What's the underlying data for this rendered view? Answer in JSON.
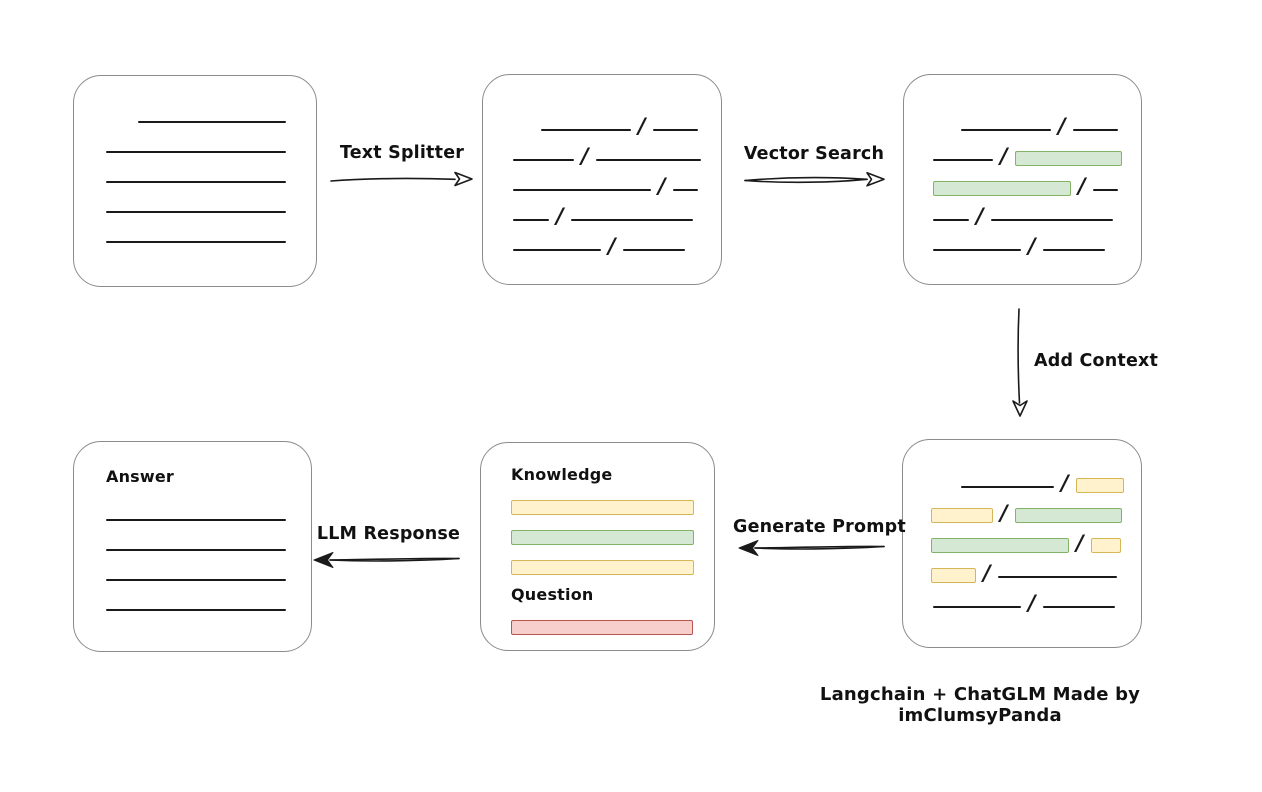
{
  "diagram": {
    "caption": "Langchain + ChatGLM Made by imClumsyPanda",
    "arrows": {
      "text_splitter": {
        "label": "Text Splitter",
        "direction": "right"
      },
      "vector_search": {
        "label": "Vector Search",
        "direction": "right"
      },
      "add_context": {
        "label": "Add Context",
        "direction": "down"
      },
      "generate_prompt": {
        "label": "Generate Prompt",
        "direction": "left"
      },
      "llm_response": {
        "label": "LLM Response",
        "direction": "left"
      }
    },
    "colors": {
      "background": "#ffffff",
      "stroke": "#1a1a1a",
      "box_border": "#8c8c8c",
      "highlight_green_fill": "#d5e8d4",
      "highlight_green_border": "#82b366",
      "highlight_yellow_fill": "#fff2cc",
      "highlight_yellow_border": "#d6b656",
      "highlight_red_fill": "#f8cecc",
      "highlight_red_border": "#b85450"
    },
    "boxes": {
      "document": {
        "meaning": "source document with plain text lines",
        "rows": [
          [
            {
              "t": "line",
              "w": 148,
              "ind": 32
            }
          ],
          [
            {
              "t": "line",
              "w": 180
            }
          ],
          [
            {
              "t": "line",
              "w": 180
            }
          ],
          [
            {
              "t": "line",
              "w": 180
            }
          ],
          [
            {
              "t": "line",
              "w": 180
            }
          ]
        ]
      },
      "chunks": {
        "meaning": "text split into chunks separated by slashes",
        "rows": [
          [
            {
              "t": "line",
              "w": 90,
              "ind": 28
            },
            {
              "t": "slash"
            },
            {
              "t": "line",
              "w": 45
            }
          ],
          [
            {
              "t": "line",
              "w": 61
            },
            {
              "t": "slash"
            },
            {
              "t": "line",
              "w": 105
            }
          ],
          [
            {
              "t": "line",
              "w": 138
            },
            {
              "t": "slash"
            },
            {
              "t": "line",
              "w": 25
            }
          ],
          [
            {
              "t": "line",
              "w": 36
            },
            {
              "t": "slash"
            },
            {
              "t": "line",
              "w": 122
            }
          ],
          [
            {
              "t": "line",
              "w": 88
            },
            {
              "t": "slash"
            },
            {
              "t": "line",
              "w": 62
            }
          ]
        ]
      },
      "vector_result": {
        "meaning": "chunks after vector search, matched chunks highlighted green",
        "rows": [
          [
            {
              "t": "line",
              "w": 90,
              "ind": 28
            },
            {
              "t": "slash"
            },
            {
              "t": "line",
              "w": 45
            }
          ],
          [
            {
              "t": "line",
              "w": 60
            },
            {
              "t": "slash"
            },
            {
              "t": "bar",
              "c": "green",
              "w": 107
            }
          ],
          [
            {
              "t": "bar",
              "c": "green",
              "w": 138
            },
            {
              "t": "slash"
            },
            {
              "t": "line",
              "w": 25
            }
          ],
          [
            {
              "t": "line",
              "w": 36
            },
            {
              "t": "slash"
            },
            {
              "t": "line",
              "w": 122
            }
          ],
          [
            {
              "t": "line",
              "w": 88
            },
            {
              "t": "slash"
            },
            {
              "t": "line",
              "w": 62
            }
          ]
        ]
      },
      "context": {
        "meaning": "chunks with added context, green matches plus yellow context chunks",
        "rows": [
          [
            {
              "t": "line",
              "w": 93,
              "ind": 30
            },
            {
              "t": "slash"
            },
            {
              "t": "bar",
              "c": "yellow",
              "w": 48
            }
          ],
          [
            {
              "t": "bar",
              "c": "yellow",
              "w": 62
            },
            {
              "t": "slash"
            },
            {
              "t": "bar",
              "c": "green",
              "w": 107
            }
          ],
          [
            {
              "t": "bar",
              "c": "green",
              "w": 138
            },
            {
              "t": "slash"
            },
            {
              "t": "bar",
              "c": "yellow",
              "w": 30
            }
          ],
          [
            {
              "t": "bar",
              "c": "yellow",
              "w": 45
            },
            {
              "t": "slash"
            },
            {
              "t": "line",
              "w": 119
            }
          ],
          [
            {
              "t": "line",
              "w": 88,
              "ind": 2
            },
            {
              "t": "slash"
            },
            {
              "t": "line",
              "w": 72
            }
          ]
        ]
      },
      "prompt": {
        "meaning": "generated prompt: knowledge bars plus question bar",
        "rows": [
          [
            {
              "t": "label",
              "text": "Knowledge"
            }
          ],
          [
            {
              "t": "bar",
              "c": "yellow",
              "w": 183
            }
          ],
          [
            {
              "t": "bar",
              "c": "green",
              "w": 183
            }
          ],
          [
            {
              "t": "bar",
              "c": "yellow",
              "w": 183
            }
          ],
          [
            {
              "t": "label",
              "text": "Question"
            }
          ],
          [
            {
              "t": "bar",
              "c": "red",
              "w": 182
            }
          ]
        ]
      },
      "answer": {
        "meaning": "LLM answer with plain text lines",
        "rows": [
          [
            {
              "t": "label",
              "text": "Answer"
            }
          ],
          [
            {
              "t": "line",
              "w": 180
            }
          ],
          [
            {
              "t": "line",
              "w": 180
            }
          ],
          [
            {
              "t": "line",
              "w": 180
            }
          ],
          [
            {
              "t": "line",
              "w": 180
            }
          ]
        ]
      }
    }
  }
}
